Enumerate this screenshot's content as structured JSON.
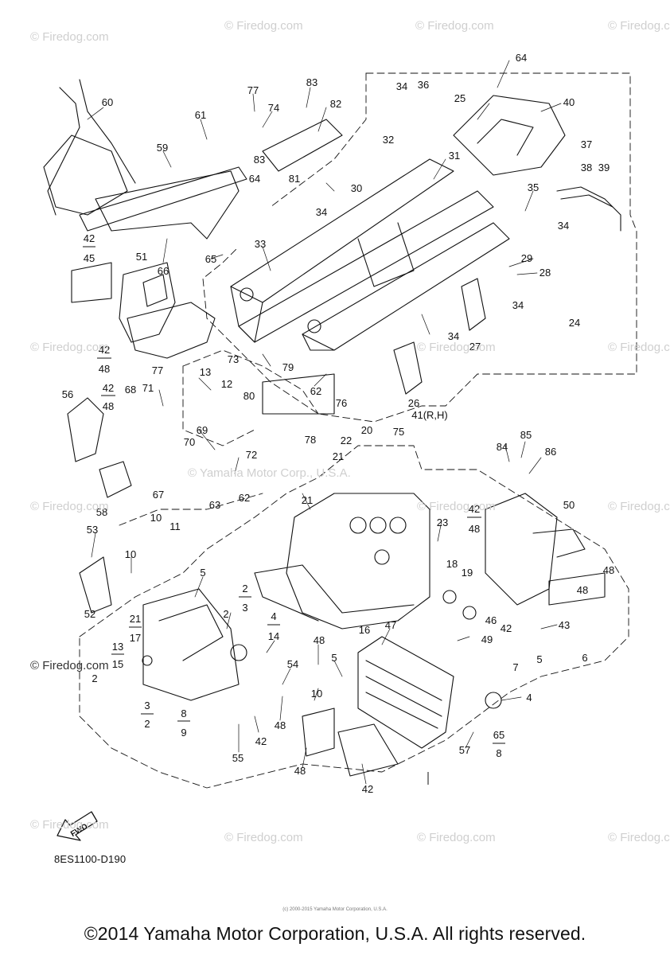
{
  "watermarks": {
    "firedog": "© Firedog.com",
    "firedog_main": "© Firedog.com",
    "center": "© Yamaha Motor Corp., U.S.A."
  },
  "diagram_code": "8ES1100-D190",
  "fwd_label": "FWD",
  "tiny_copyright": "(c) 2000-2015 Yamaha Motor Corporation, U.S.A.",
  "footer": "©2014 Yamaha Motor Corporation, U.S.A. All rights reserved.",
  "callouts": [
    "64",
    "40",
    "25",
    "34",
    "36",
    "83",
    "82",
    "77",
    "74",
    "60",
    "61",
    "59",
    "83",
    "64",
    "81",
    "30",
    "34",
    "32",
    "31",
    "35",
    "37",
    "38",
    "39",
    "34",
    "42",
    "45",
    "51",
    "66",
    "65",
    "33",
    "29",
    "28",
    "34",
    "24",
    "34",
    "27",
    "73",
    "79",
    "62",
    "76",
    "26",
    "41(R,H)",
    "13",
    "12",
    "80",
    "78",
    "77",
    "71",
    "42",
    "48",
    "56",
    "42",
    "48",
    "68",
    "69",
    "70",
    "72",
    "22",
    "20",
    "75",
    "84",
    "85",
    "86",
    "21",
    "58",
    "67",
    "21",
    "63",
    "62",
    "42",
    "48",
    "50",
    "53",
    "10",
    "11",
    "23",
    "10",
    "5",
    "18",
    "19",
    "48",
    "52",
    "2",
    "3",
    "2",
    "4",
    "14",
    "47",
    "48",
    "43",
    "46",
    "49",
    "42",
    "5",
    "6",
    "21",
    "17",
    "16",
    "48",
    "5",
    "7",
    "13",
    "15",
    "54",
    "10",
    "4",
    "2",
    "3",
    "2",
    "8",
    "9",
    "48",
    "42",
    "65",
    "8",
    "57",
    "55",
    "48",
    "42"
  ]
}
